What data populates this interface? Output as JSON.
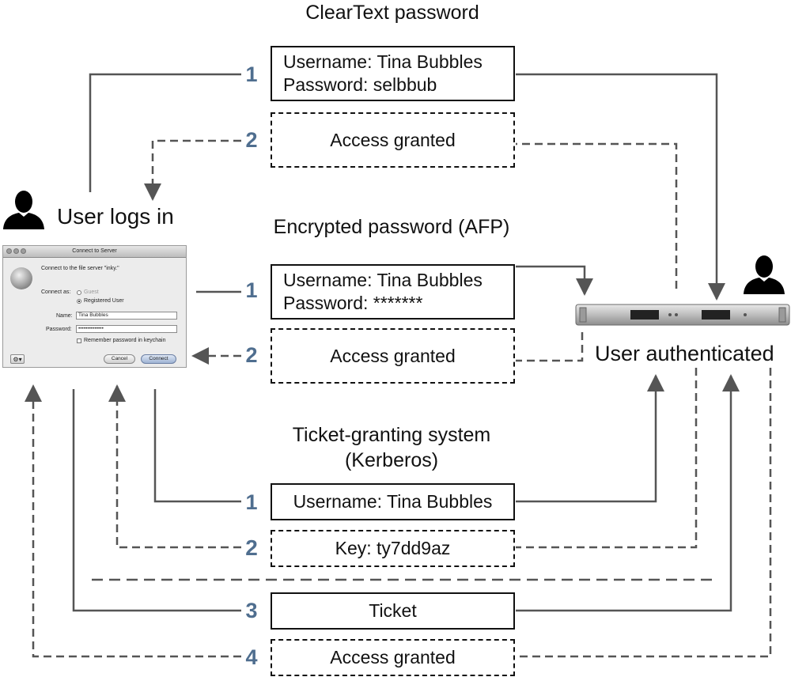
{
  "titles": {
    "cleartext": "ClearText password",
    "encrypted": "Encrypted password (AFP)",
    "kerberos_line1": "Ticket-granting system",
    "kerberos_line2": "(Kerberos)"
  },
  "labels": {
    "user_logs_in": "User logs in",
    "user_authenticated": "User authenticated"
  },
  "step_numbers": {
    "one": "1",
    "two": "2",
    "three": "3",
    "four": "4"
  },
  "cleartext": {
    "username": "Username: Tina Bubbles",
    "password": "Password: selbbub",
    "access": "Access granted"
  },
  "encrypted": {
    "username": "Username: Tina Bubbles",
    "password": "Password: *******",
    "access": "Access granted"
  },
  "kerberos": {
    "username": "Username: Tina Bubbles",
    "key": "Key: ty7dd9az",
    "ticket": "Ticket",
    "access": "Access granted"
  },
  "dialog": {
    "title": "Connect to Server",
    "message": "Connect to the file server \"inky.\"",
    "connect_as": "Connect as:",
    "guest": "Guest",
    "registered": "Registered User",
    "name_label": "Name:",
    "name_value": "Tina Bubbles",
    "password_label": "Password:",
    "password_value": "••••••••••••••",
    "remember": "Remember password in keychain",
    "cancel": "Cancel",
    "connect": "Connect"
  },
  "icons": {
    "user": "person-silhouette-icon",
    "server": "rack-server-icon",
    "gear": "gear-icon"
  },
  "colors": {
    "step_number": "#4f6e8f",
    "line": "#555555"
  }
}
